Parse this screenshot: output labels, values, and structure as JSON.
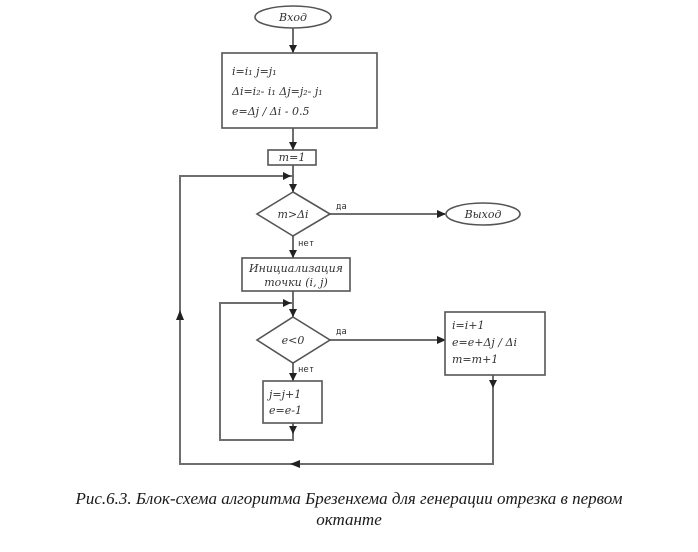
{
  "diagram": {
    "start": "Вход",
    "init_block": [
      "i=i₁    j=j₁",
      "Δi=i₂- i₁     Δj=j₂- j₁",
      "e=Δj / Δi - 0.5"
    ],
    "m_init": "m=1",
    "decision_1": "m>Δi",
    "decision_1_yes": "да",
    "decision_1_no": "нет",
    "end": "Выход",
    "point_init": [
      "Инициализация",
      "точки (i, j)"
    ],
    "decision_2": "e<0",
    "decision_2_yes": "да",
    "decision_2_no": "нет",
    "no_branch_block": [
      "j=j+1",
      "e=e-1"
    ],
    "yes_branch_block": [
      "i=i+1",
      "e=e+Δj / Δi",
      "m=m+1"
    ]
  },
  "caption": {
    "line1": "Рис.6.3. Блок-схема алгоритма Брезенхема для генерации отрезка в первом",
    "line2": "октанте"
  }
}
